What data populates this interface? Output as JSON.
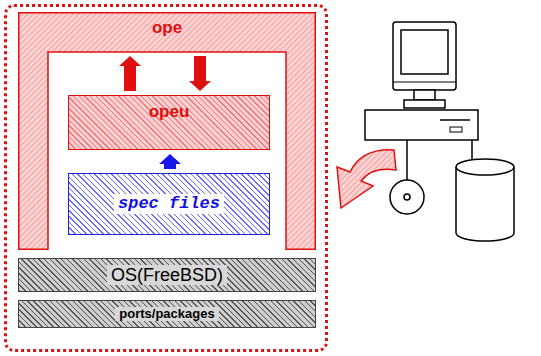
{
  "diagram": {
    "nodes": [
      {
        "text": [
          "ope"
        ]
      },
      {
        "text": [
          "opeu"
        ],
        "in": 0
      },
      {
        "text": [
          "spec files"
        ],
        "in": 0
      },
      {
        "text": [
          "OS(FreeBSD)"
        ]
      },
      {
        "text": [
          "ports/packages"
        ]
      }
    ],
    "edges": [
      {
        "from": 1,
        "to": 0,
        "arrow": "to"
      },
      {
        "from": 0,
        "to": 1,
        "arrow": "to"
      },
      {
        "from": 2,
        "to": 1,
        "arrow": "to"
      }
    ]
  }
}
